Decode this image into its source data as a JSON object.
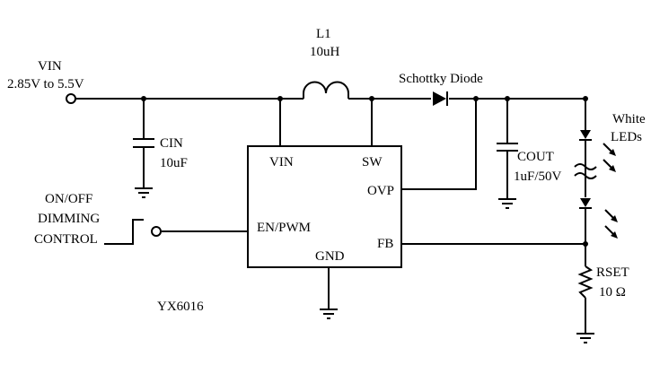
{
  "labels": {
    "vin_title": "VIN",
    "vin_range": "2.85V to 5.5V",
    "inductor_name": "L1",
    "inductor_value": "10uH",
    "diode": "Schottky Diode",
    "white": "White",
    "leds": "LEDs",
    "cin_name": "CIN",
    "cin_value": "10uF",
    "pin_vin": "VIN",
    "pin_sw": "SW",
    "pin_ovp": "OVP",
    "pin_enpwm": "EN/PWM",
    "pin_fb": "FB",
    "pin_gnd": "GND",
    "cout_name": "COUT",
    "cout_value": "1uF/50V",
    "onoff": "ON/OFF",
    "dimming": "DIMMING",
    "control": "CONTROL",
    "rset_name": "RSET",
    "rset_value": "10 Ω",
    "chip": "YX6016"
  }
}
